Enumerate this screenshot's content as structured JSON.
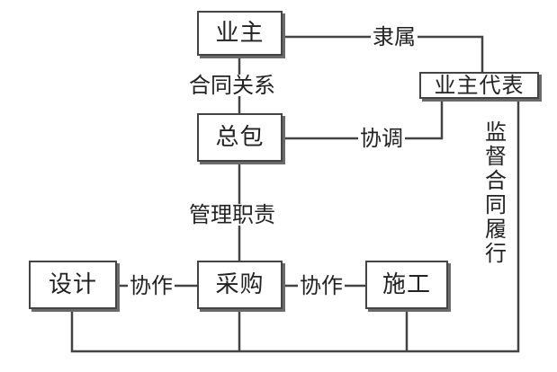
{
  "nodes": {
    "owner": "业主",
    "owner_rep": "业主代表",
    "general_contractor": "总包",
    "design": "设计",
    "procurement": "采购",
    "construction": "施工"
  },
  "edges": {
    "subordinate": "隶属",
    "contract_relation": "合同关系",
    "coordinate": "协调",
    "management_duty": "管理职责",
    "cooperate_left": "协作",
    "cooperate_right": "协作",
    "supervise": "监督合同履行"
  }
}
